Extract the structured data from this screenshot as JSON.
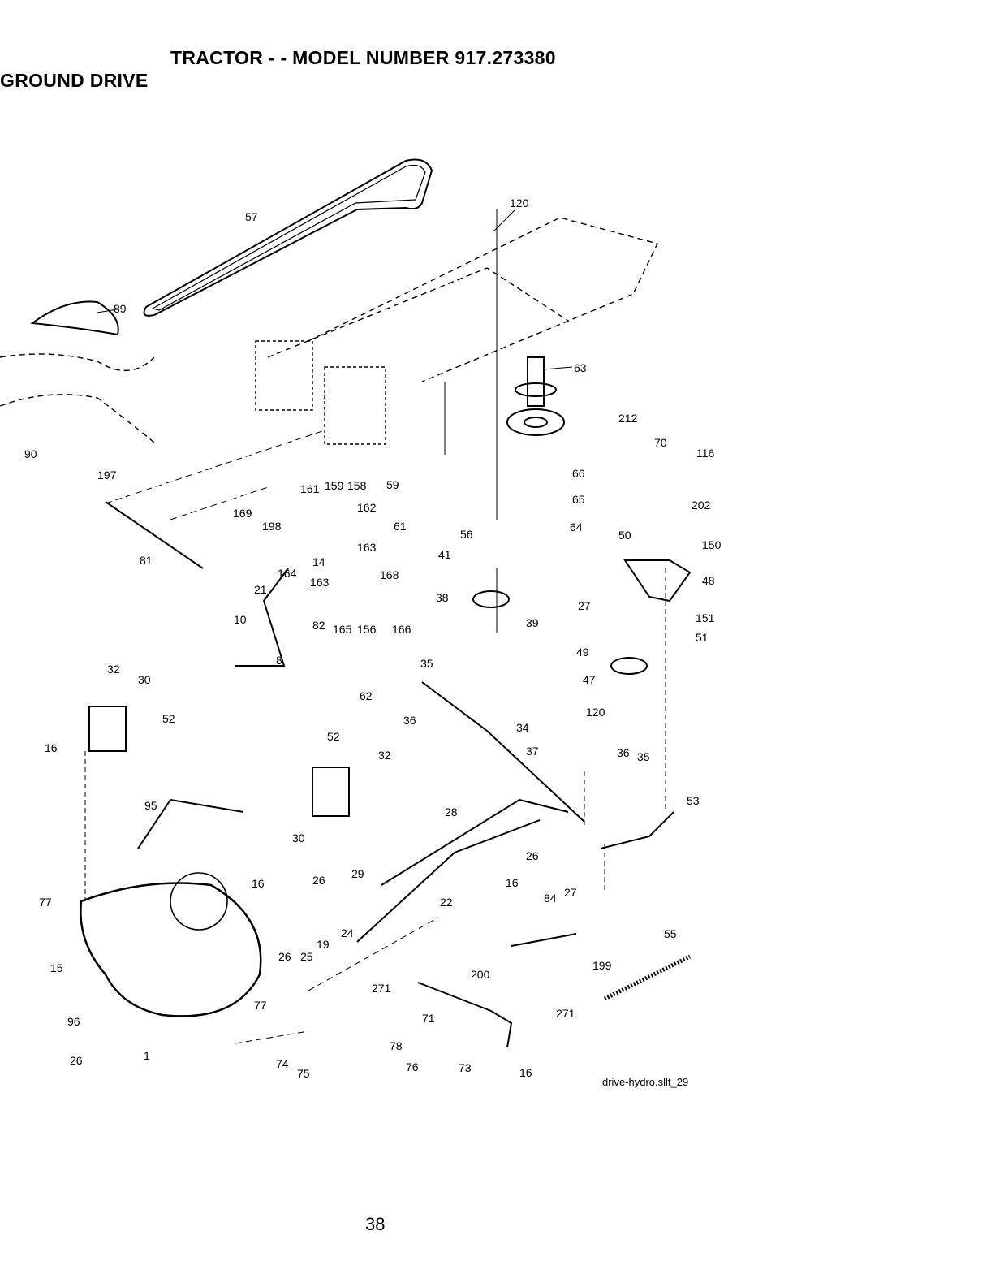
{
  "header": {
    "title": "TRACTOR - - MODEL NUMBER  917.273380",
    "section": "GROUND DRIVE"
  },
  "diagram": {
    "parts": [
      {
        "id": "p57",
        "text": "57"
      },
      {
        "id": "p120a",
        "text": "120"
      },
      {
        "id": "p89",
        "text": "89"
      },
      {
        "id": "p63",
        "text": "63"
      },
      {
        "id": "p212",
        "text": "212"
      },
      {
        "id": "p70",
        "text": "70"
      },
      {
        "id": "p116",
        "text": "116"
      },
      {
        "id": "p90",
        "text": "90"
      },
      {
        "id": "p197",
        "text": "197"
      },
      {
        "id": "p66",
        "text": "66"
      },
      {
        "id": "p65",
        "text": "65"
      },
      {
        "id": "p64",
        "text": "64"
      },
      {
        "id": "p202",
        "text": "202"
      },
      {
        "id": "p150",
        "text": "150"
      },
      {
        "id": "p50",
        "text": "50"
      },
      {
        "id": "p48",
        "text": "48"
      },
      {
        "id": "p59",
        "text": "59"
      },
      {
        "id": "p61",
        "text": "61"
      },
      {
        "id": "p56",
        "text": "56"
      },
      {
        "id": "p41",
        "text": "41"
      },
      {
        "id": "p38",
        "text": "38"
      },
      {
        "id": "p39",
        "text": "39"
      },
      {
        "id": "p161",
        "text": "161"
      },
      {
        "id": "p159",
        "text": "159"
      },
      {
        "id": "p158",
        "text": "158"
      },
      {
        "id": "p162",
        "text": "162"
      },
      {
        "id": "p169",
        "text": "169"
      },
      {
        "id": "p198",
        "text": "198"
      },
      {
        "id": "p81",
        "text": "81"
      },
      {
        "id": "p164",
        "text": "164"
      },
      {
        "id": "p14",
        "text": "14"
      },
      {
        "id": "p163b",
        "text": "163"
      },
      {
        "id": "p163",
        "text": "163"
      },
      {
        "id": "p168",
        "text": "168"
      },
      {
        "id": "p21",
        "text": "21"
      },
      {
        "id": "p10",
        "text": "10"
      },
      {
        "id": "p82",
        "text": "82"
      },
      {
        "id": "p165",
        "text": "165"
      },
      {
        "id": "p156",
        "text": "156"
      },
      {
        "id": "p166",
        "text": "166"
      },
      {
        "id": "p8",
        "text": "8"
      },
      {
        "id": "p27a",
        "text": "27"
      },
      {
        "id": "p151",
        "text": "151"
      },
      {
        "id": "p51",
        "text": "51"
      },
      {
        "id": "p49",
        "text": "49"
      },
      {
        "id": "p47",
        "text": "47"
      },
      {
        "id": "p120b",
        "text": "120"
      },
      {
        "id": "p32a",
        "text": "32"
      },
      {
        "id": "p30a",
        "text": "30"
      },
      {
        "id": "p52a",
        "text": "52"
      },
      {
        "id": "p16a",
        "text": "16"
      },
      {
        "id": "p35a",
        "text": "35"
      },
      {
        "id": "p62",
        "text": "62"
      },
      {
        "id": "p36a",
        "text": "36"
      },
      {
        "id": "p34",
        "text": "34"
      },
      {
        "id": "p37",
        "text": "37"
      },
      {
        "id": "p52b",
        "text": "52"
      },
      {
        "id": "p32b",
        "text": "32"
      },
      {
        "id": "p36b",
        "text": "36"
      },
      {
        "id": "p35b",
        "text": "35"
      },
      {
        "id": "p53",
        "text": "53"
      },
      {
        "id": "p95",
        "text": "95"
      },
      {
        "id": "p30b",
        "text": "30"
      },
      {
        "id": "p28",
        "text": "28"
      },
      {
        "id": "p26a",
        "text": "26"
      },
      {
        "id": "p77a",
        "text": "77"
      },
      {
        "id": "p16b",
        "text": "16"
      },
      {
        "id": "p26b",
        "text": "26"
      },
      {
        "id": "p29",
        "text": "29"
      },
      {
        "id": "p16c",
        "text": "16"
      },
      {
        "id": "p84",
        "text": "84"
      },
      {
        "id": "p27b",
        "text": "27"
      },
      {
        "id": "p22",
        "text": "22"
      },
      {
        "id": "p24",
        "text": "24"
      },
      {
        "id": "p19",
        "text": "19"
      },
      {
        "id": "p26c",
        "text": "26"
      },
      {
        "id": "p25",
        "text": "25"
      },
      {
        "id": "p15",
        "text": "15"
      },
      {
        "id": "p55",
        "text": "55"
      },
      {
        "id": "p199",
        "text": "199"
      },
      {
        "id": "p200",
        "text": "200"
      },
      {
        "id": "p271a",
        "text": "271"
      },
      {
        "id": "p271b",
        "text": "271"
      },
      {
        "id": "p71",
        "text": "71"
      },
      {
        "id": "p77b",
        "text": "77"
      },
      {
        "id": "p96",
        "text": "96"
      },
      {
        "id": "p26d",
        "text": "26"
      },
      {
        "id": "p1",
        "text": "1"
      },
      {
        "id": "p78",
        "text": "78"
      },
      {
        "id": "p74",
        "text": "74"
      },
      {
        "id": "p75",
        "text": "75"
      },
      {
        "id": "p76",
        "text": "76"
      },
      {
        "id": "p73",
        "text": "73"
      },
      {
        "id": "p16d",
        "text": "16"
      }
    ]
  },
  "footer": {
    "source_ref": "drive-hydro.sllt_29",
    "page_number": "38"
  }
}
